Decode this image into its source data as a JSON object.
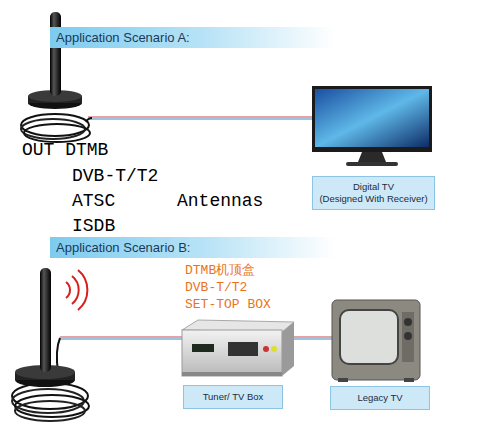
{
  "diagram": {
    "nodes": [
      {
        "text": [
          "Application Scenario A:"
        ]
      },
      {
        "text": [
          "Digital TV",
          "(Designed With Receiver)"
        ]
      },
      {
        "text": [
          "Application Scenario B:"
        ]
      },
      {
        "text": [
          "Tuner/ TV Box"
        ]
      },
      {
        "text": [
          "Legacy TV"
        ]
      }
    ],
    "labels": [
      "OUT DTMB",
      "DVB-T/T2",
      "ATSC",
      "Antennas",
      "ISDB",
      "DTMB机顶盒",
      "DVB-T/T2",
      "SET-TOP BOX"
    ]
  }
}
